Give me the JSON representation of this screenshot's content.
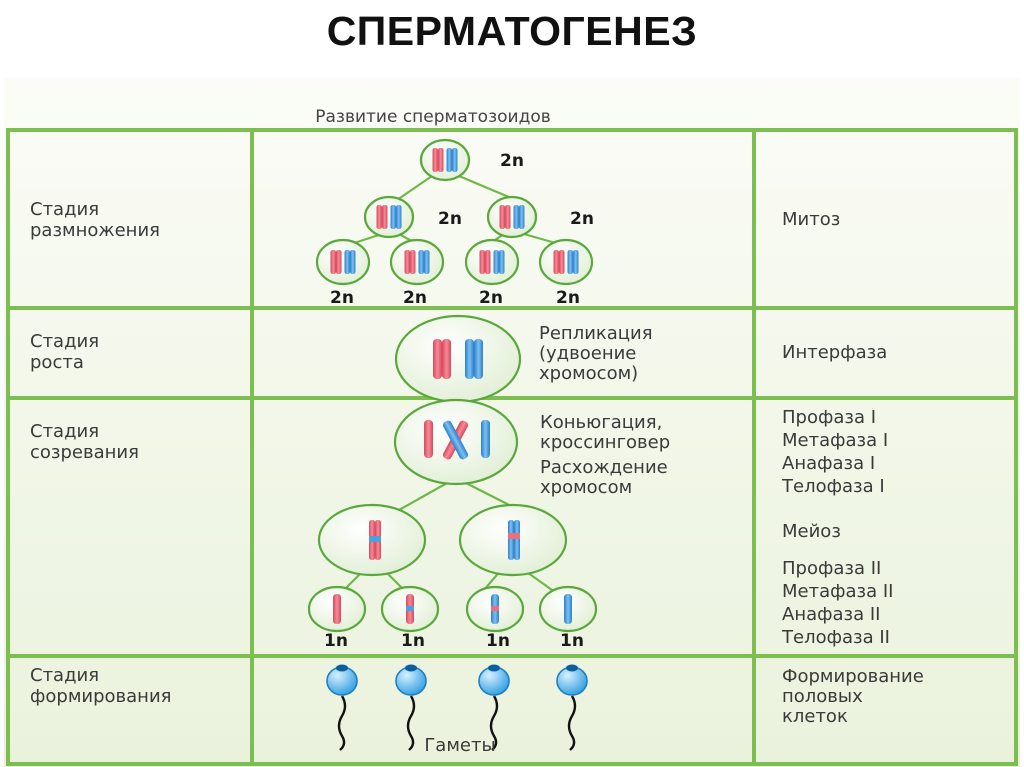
{
  "title": "СПЕРМАТОГЕНЕЗ",
  "subtitle": "Развитие сперматозоидов",
  "ploidy_diploid": "2n",
  "ploidy_haploid": "1n",
  "stages": {
    "reproduction": {
      "line1": "Стадия",
      "line2": "размножения",
      "phase": "Митоз"
    },
    "growth": {
      "line1": "Стадия",
      "line2": "роста",
      "phase": "Интерфаза",
      "note": [
        "Репликация",
        "(удвоение",
        "хромосом)"
      ]
    },
    "maturation": {
      "line1": "Стадия",
      "line2": "созревания",
      "note1": [
        "Коньюгация,",
        "кроссинговер"
      ],
      "note2": [
        "Расхождение",
        "хромосом"
      ],
      "phases1": [
        "Профаза I",
        "Метафаза I",
        "Анафаза I",
        "Телофаза I"
      ],
      "meiosis": "Мейоз",
      "phases2": [
        "Профаза II",
        "Метафаза II",
        "Анафаза II",
        "Телофаза II"
      ]
    },
    "formation": {
      "line1": "Стадия",
      "line2": "формирования",
      "phase": [
        "Формирование",
        "половых",
        "клеток"
      ],
      "caption": "Гаметы"
    }
  },
  "colors": {
    "grid": "#7cbf50",
    "cell_fill": "#eaf4e1",
    "cell_stroke": "#5aa83c",
    "chrom_red": "#ec6f7e",
    "chrom_blue": "#4f9fe0",
    "sperm_head": "#6ec0ee"
  }
}
